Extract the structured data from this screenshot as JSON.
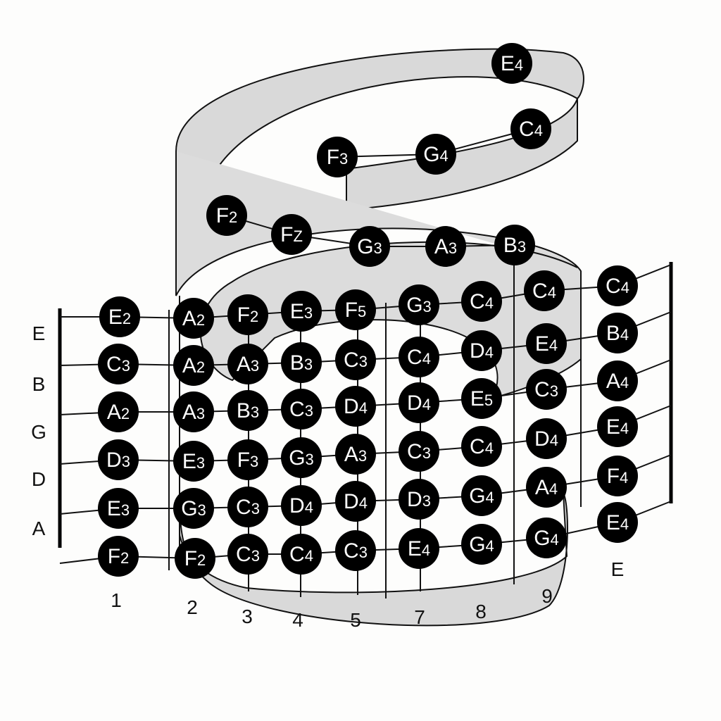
{
  "diagram": {
    "string_labels_left": [
      "E",
      "B",
      "G",
      "D",
      "A"
    ],
    "string_label_right": "E",
    "fret_numbers": [
      "1",
      "2",
      "3",
      "4",
      "5",
      "7",
      "8",
      "9"
    ],
    "spiral_notes": [
      "E4",
      "C4",
      "G4",
      "F3",
      "F2",
      "FZ",
      "G3",
      "A3",
      "B3"
    ],
    "grid_rows": [
      [
        "E2",
        "A2",
        "F2",
        "E3",
        "F5",
        "G3",
        "C4",
        "C4",
        "C4"
      ],
      [
        "C3",
        "A2",
        "A3",
        "B3",
        "C3",
        "C4",
        "D4",
        "E4",
        "B4"
      ],
      [
        "A2",
        "A3",
        "B3",
        "C3",
        "D4",
        "D4",
        "E5",
        "C3",
        "A4"
      ],
      [
        "D3",
        "E3",
        "F3",
        "G3",
        "A3",
        "C3",
        "C4",
        "D4",
        "E4"
      ],
      [
        "E3",
        "G3",
        "C3",
        "D4",
        "D4",
        "D3",
        "G4",
        "A4",
        "F4"
      ],
      [
        "F2",
        "F2",
        "C3",
        "C4",
        "C3",
        "E4",
        "G4",
        "G4",
        "E4"
      ]
    ],
    "colors": {
      "note_fill": "#000000",
      "note_text": "#ffffff",
      "ribbon": "#d9d9d9",
      "line": "#111111"
    }
  }
}
